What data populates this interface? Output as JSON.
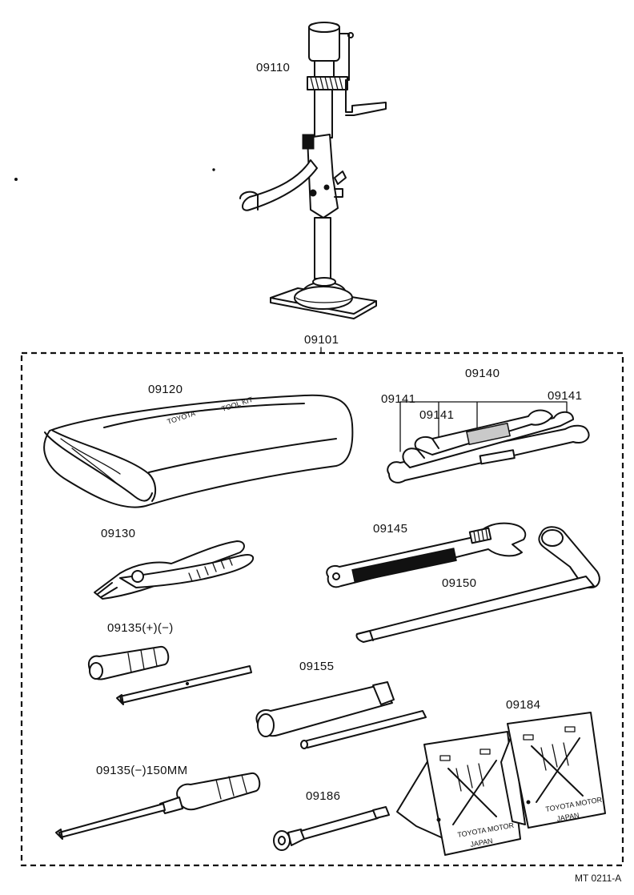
{
  "labels": {
    "jack": "09110",
    "kit": "09101",
    "bag": "09120",
    "wrench_set": "09140",
    "wrench_left": "09141",
    "wrench_mid": "09141",
    "wrench_right": "09141",
    "pliers": "09130",
    "adjustable_wrench": "09145",
    "jack_handle": "09150",
    "screwdriver_combo": "09135(+)(−)",
    "plug_wrench": "09155",
    "wheel_chocks": "09184",
    "screwdriver_flat": "09135(−)150MM",
    "handle_extension": "09186"
  },
  "footer": {
    "code": "MT 0211-A"
  },
  "stamps": {
    "chock_left_line1": "TOYOTA MOTOR",
    "chock_left_line2": "JAPAN",
    "chock_right_line1": "TOYOTA MOTOR",
    "chock_right_line2": "JAPAN"
  }
}
